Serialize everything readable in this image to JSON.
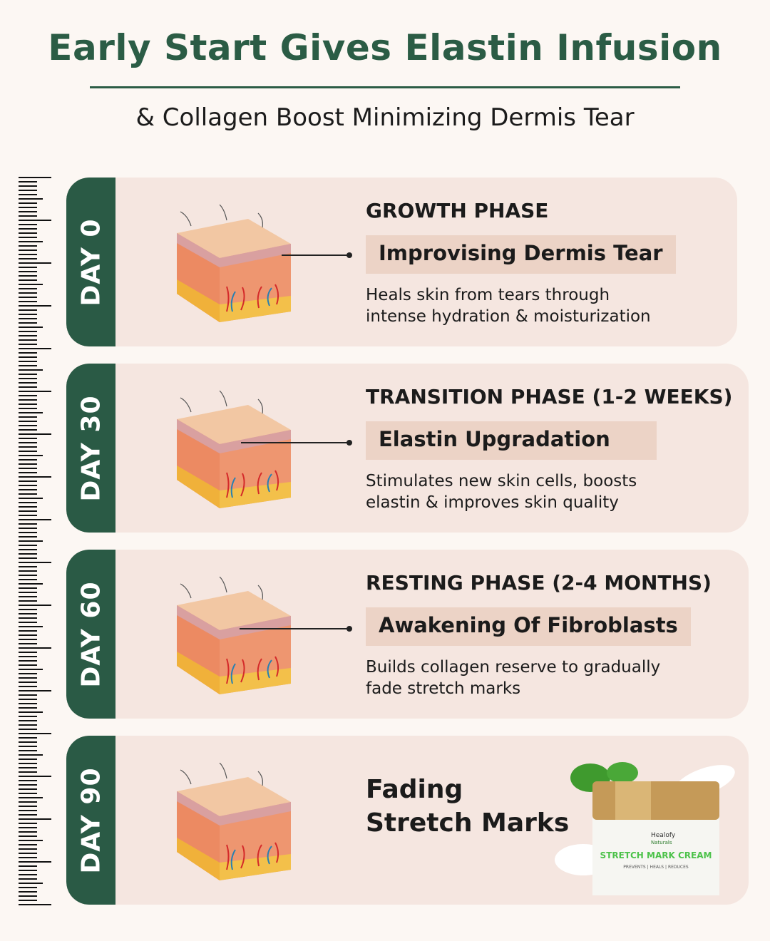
{
  "header": {
    "title": "Early Start Gives Elastin Infusion",
    "subtitle": "& Collagen Boost Minimizing Dermis Tear"
  },
  "stages": [
    {
      "day": "DAY 0",
      "phase": "GROWTH PHASE",
      "highlight": "Improvising Dermis Tear",
      "desc_line1": "Heals skin from tears through",
      "desc_line2": "intense hydration & moisturization"
    },
    {
      "day": "DAY 30",
      "phase": "TRANSITION PHASE (1-2 WEEKS)",
      "highlight": "Elastin Upgradation",
      "desc_line1": "Stimulates new skin cells, boosts",
      "desc_line2": "elastin & improves skin quality"
    },
    {
      "day": "DAY 60",
      "phase": "RESTING PHASE (2-4 MONTHS)",
      "highlight": "Awakening Of Fibroblasts",
      "desc_line1": "Builds collagen reserve to gradually",
      "desc_line2": "fade stretch marks"
    },
    {
      "day": "DAY 90",
      "title_line1": "Fading",
      "title_line2": "Stretch Marks"
    }
  ],
  "product": {
    "brand": "Healofy",
    "sub_brand": "Naturals",
    "name": "STRETCH MARK CREAM",
    "tagline": "PREVENTS | HEALS | REDUCES"
  },
  "colors": {
    "primary": "#2a5a45",
    "card": "#f5e6e0",
    "highlight": "#ecd3c6",
    "background": "#fcf7f3"
  }
}
